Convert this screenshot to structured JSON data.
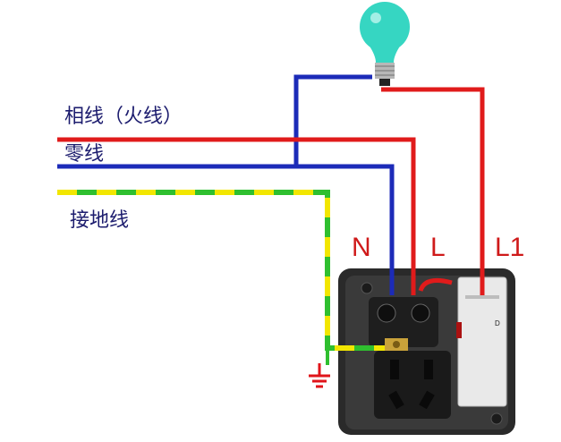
{
  "labels": {
    "live_wire": "相线（火线）",
    "neutral_wire": "零线",
    "ground_wire": "接地线"
  },
  "terminals": {
    "neutral": "N",
    "live": "L",
    "switch_out": "L1",
    "switch_mark": "D"
  },
  "colors": {
    "live": "#e01b1b",
    "neutral": "#1c2bb8",
    "ground_green": "#2fbf2f",
    "ground_yellow": "#f2e600",
    "panel": "#2b2b2b",
    "bulb": "#36d6c2",
    "label_text": "#1c1c6e",
    "terminal_text": "#cf1a1a"
  },
  "icons": [
    "light-bulb-icon",
    "ground-symbol-icon",
    "socket-panel-icon",
    "switch-icon"
  ]
}
